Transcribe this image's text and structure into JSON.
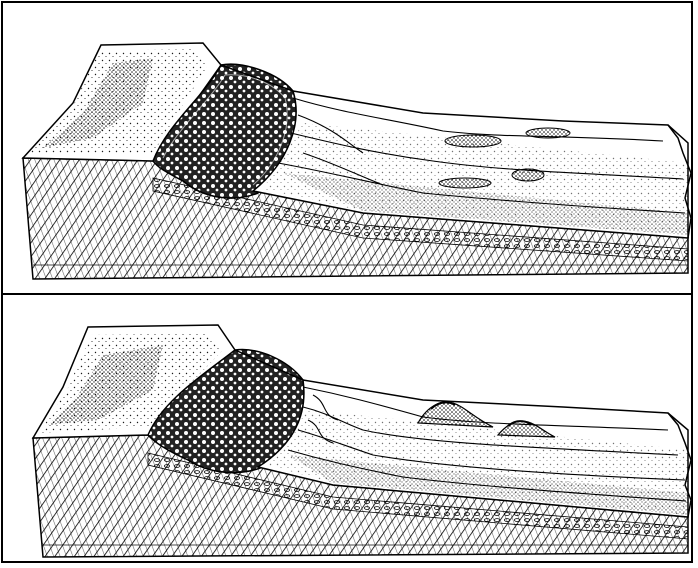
{
  "figure": {
    "panels": [
      {
        "name": "upper-block-diagram",
        "features": [
          "ice-lobe",
          "outwash-plain",
          "meltwater-channels",
          "kettle-ice-blocks",
          "stratified-bedrock"
        ]
      },
      {
        "name": "lower-block-diagram",
        "features": [
          "ice-lobe",
          "outwash-plain",
          "meltwater-channels",
          "ice-contact-mounds",
          "stratified-bedrock"
        ]
      }
    ],
    "colors": {
      "ink": "#000000",
      "paper": "#ffffff"
    }
  }
}
